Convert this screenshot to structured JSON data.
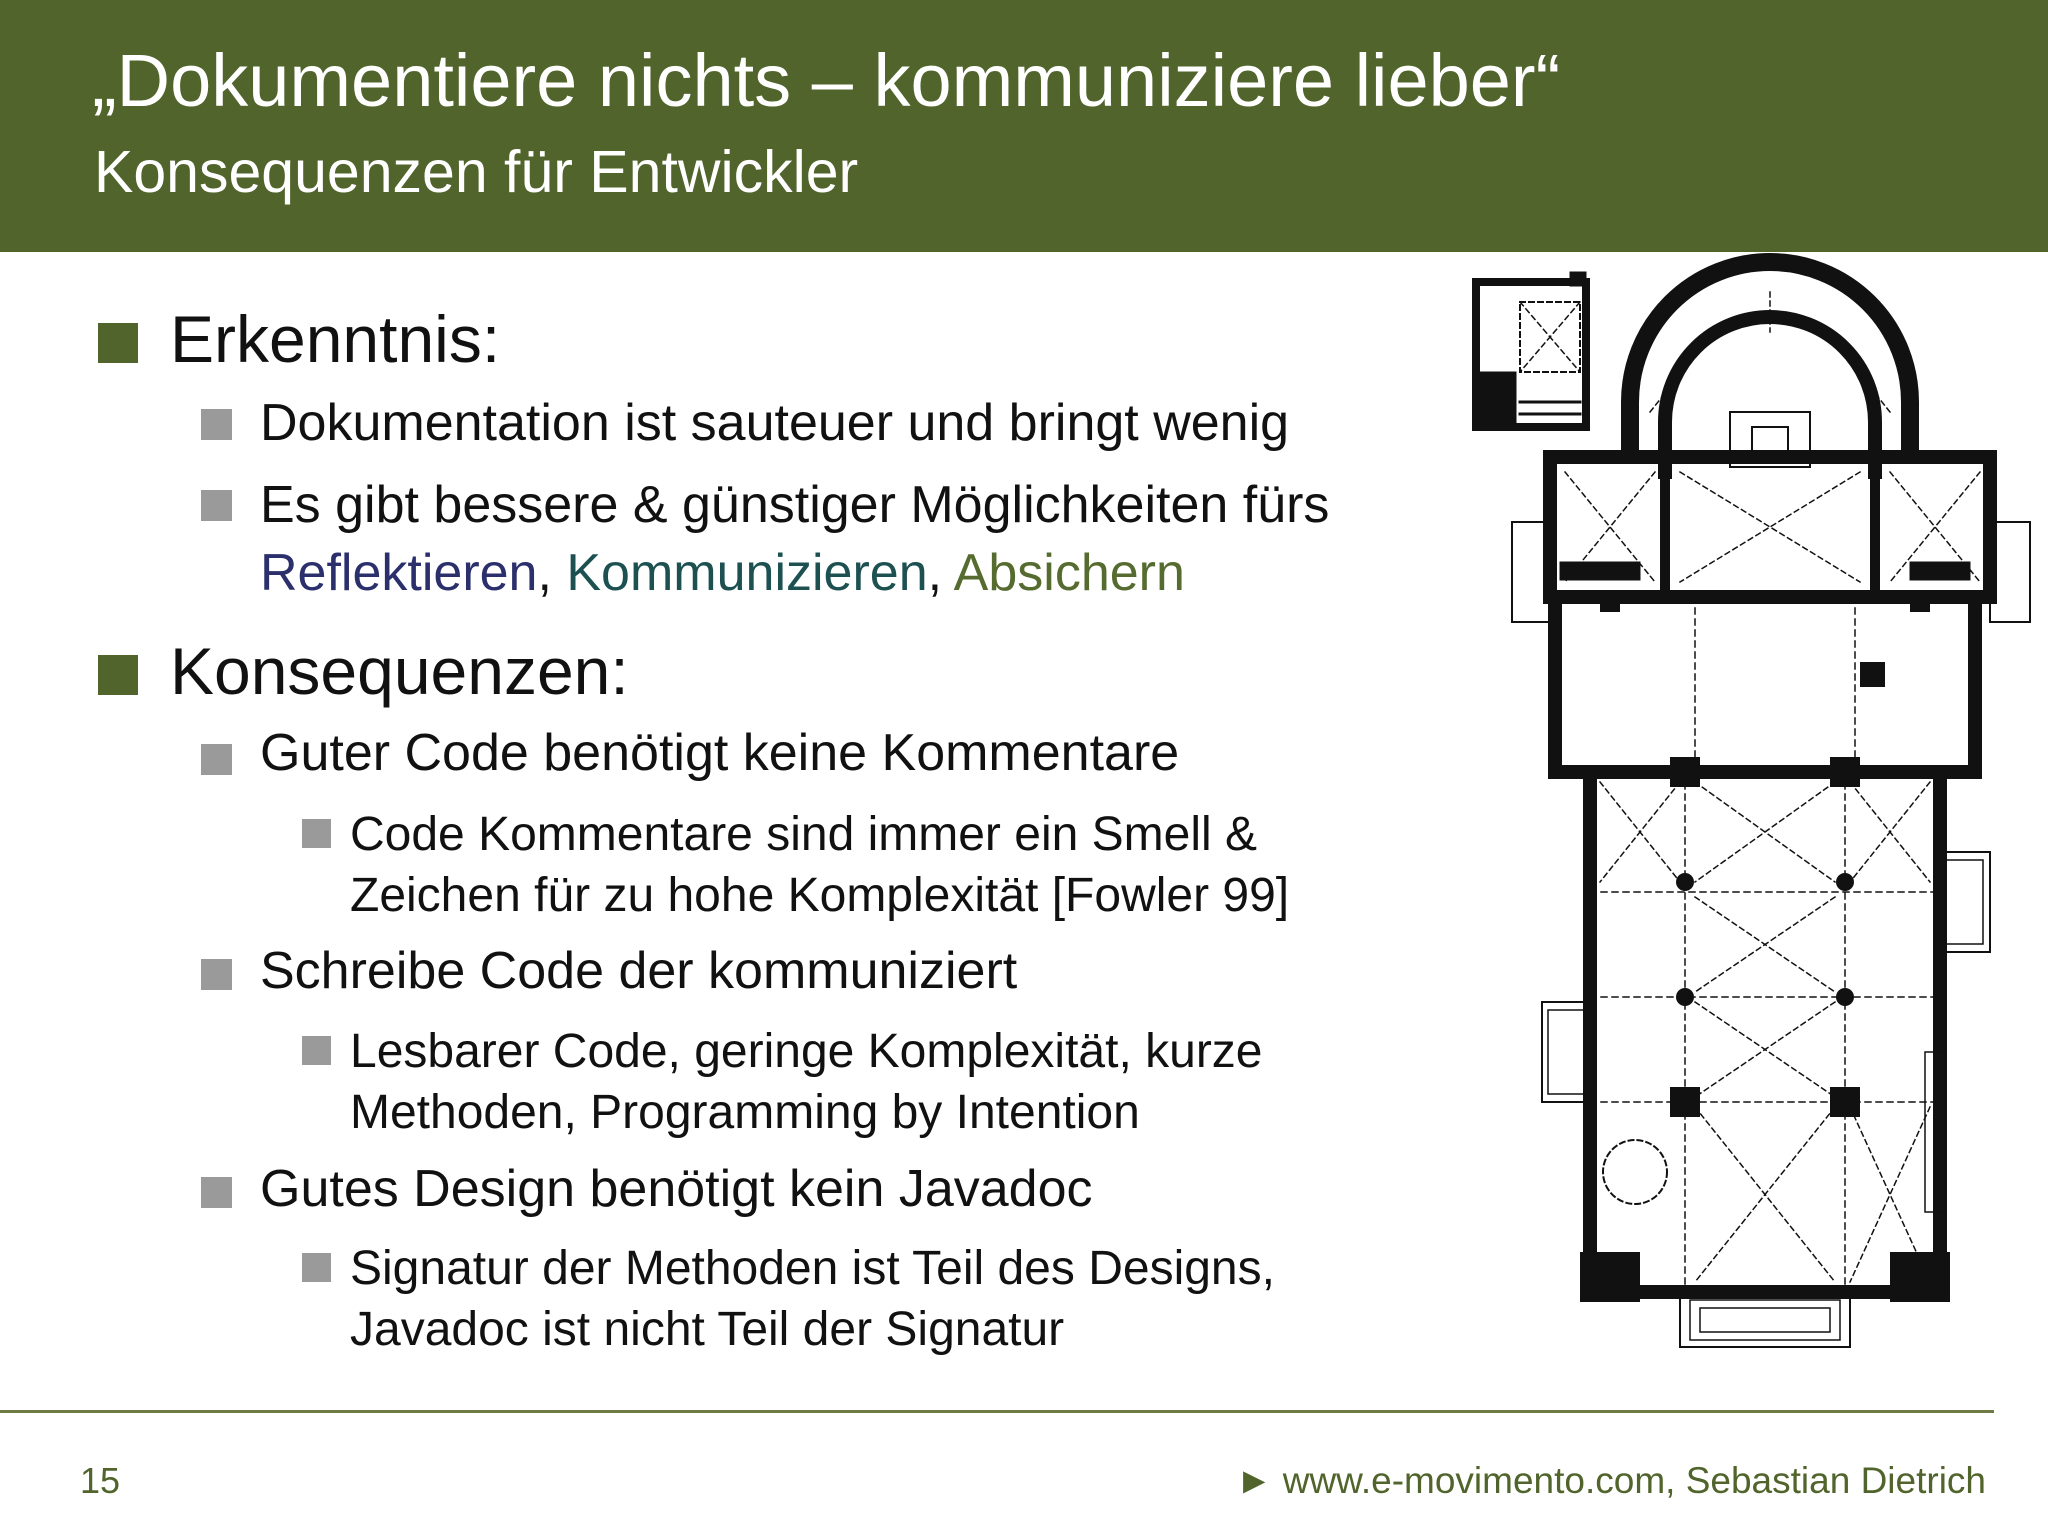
{
  "slide": {
    "title": "„Dokumentiere nichts – kommuniziere lieber“",
    "subtitle": "Konsequenzen für Entwickler"
  },
  "content": {
    "b1": "Erkenntnis:",
    "b1_1": "Dokumentation ist sauteuer und bringt wenig",
    "b1_2_line1": "Es gibt bessere & günstiger Möglichkeiten fürs",
    "b1_2_word1": "Reflektieren",
    "b1_2_word2": "Kommunizieren",
    "b1_2_word3": "Absichern",
    "b2": "Konsequenzen:",
    "b2_1": "Guter Code benötigt keine Kommentare",
    "b2_1_1_line1": "Code Kommentare sind immer ein Smell &",
    "b2_1_1_line2": "Zeichen für zu hohe Komplexität [Fowler 99]",
    "b2_2": "Schreibe Code der kommuniziert",
    "b2_2_1_line1": "Lesbarer Code, geringe Komplexität, kurze",
    "b2_2_1_line2": "Methoden, Programming by Intention",
    "b2_3": "Gutes Design benötigt kein Javadoc",
    "b2_3_1_line1": "Signatur der Methoden ist Teil des Designs,",
    "b2_3_1_line2": "Javadoc ist nicht Teil der Signatur"
  },
  "footer": {
    "page_number": "15",
    "arrow": "►",
    "credit": "www.e-movimento.com, Sebastian Dietrich"
  },
  "colors": {
    "brand_green": "#50642b",
    "reflektieren": "#2b2f6b",
    "kommunizieren": "#1d5050",
    "absichern": "#556b2f"
  }
}
